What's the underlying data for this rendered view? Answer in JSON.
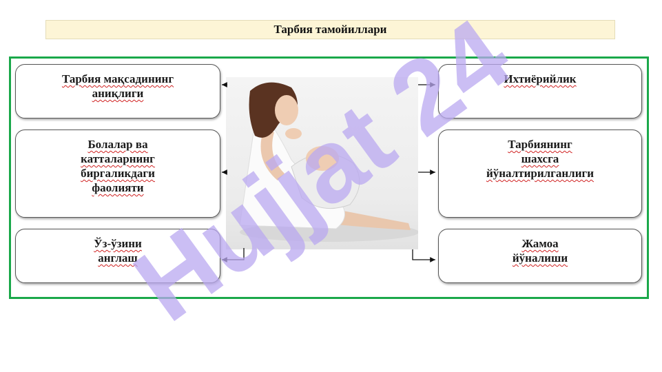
{
  "title": "Тарбия тамойиллари",
  "left_boxes": [
    {
      "text": "Тарбия мақсадининг\nаниқлиги"
    },
    {
      "text": "Болалар ва\nкатталарнинг\nбиргаликдаги\nфаолияти"
    },
    {
      "text": "Ўз-ўзини\nанглаш"
    }
  ],
  "right_boxes": [
    {
      "text": "Ихтиёрийлик"
    },
    {
      "text": "Тарбиянинг\nшахсга\nйўналтирилганлиги"
    },
    {
      "text": "Жамоа\nйўналиши"
    }
  ],
  "watermark": "Hujjat 24",
  "colors": {
    "frame": "#1aa84a",
    "title_bg": "#fdf5d6",
    "watermark": "#b9a8f0"
  }
}
